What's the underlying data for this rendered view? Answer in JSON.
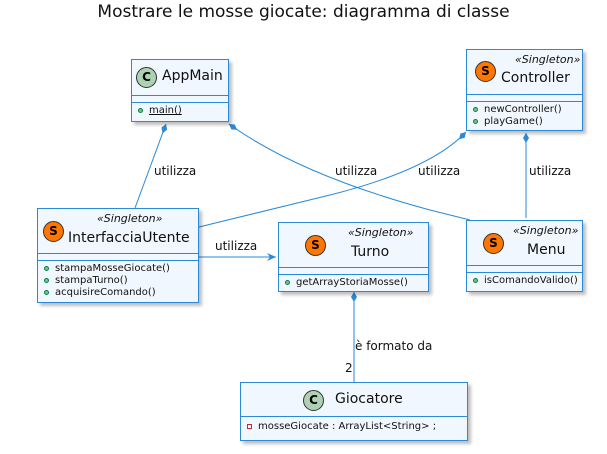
{
  "title": "Mostrare le mosse giocate: diagramma di classe",
  "classes": {
    "appmain": {
      "badge": "C",
      "name": "AppMain",
      "methods": [
        "main()"
      ]
    },
    "controller": {
      "badge": "S",
      "stereotype": "«Singleton»",
      "name": "Controller",
      "methods": [
        "newController()",
        "playGame()"
      ]
    },
    "interfaccia": {
      "badge": "S",
      "stereotype": "«Singleton»",
      "name": "InterfacciaUtente",
      "methods": [
        "stampaMosseGiocate()",
        "stampaTurno()",
        "acquisireComando()"
      ]
    },
    "turno": {
      "badge": "S",
      "stereotype": "«Singleton»",
      "name": "Turno",
      "methods": [
        "getArrayStoriaMosse()"
      ]
    },
    "menu": {
      "badge": "S",
      "stereotype": "«Singleton»",
      "name": "Menu",
      "methods": [
        "isComandoValido()"
      ]
    },
    "giocatore": {
      "badge": "C",
      "name": "Giocatore",
      "attributes": [
        "mosseGiocate : ArrayList<String> ;"
      ]
    }
  },
  "labels": {
    "appmain_interfaccia": "utilizza",
    "appmain_menu": "utilizza",
    "controller_interfaccia": "utilizza",
    "controller_menu": "utilizza",
    "interfaccia_turno": "utilizza",
    "turno_giocatore": "è formato da",
    "multiplicity": "2"
  },
  "colors": {
    "border": "#2a8ad8",
    "fill": "#f1f7fe",
    "class_badge": "#add1b2",
    "singleton_badge": "#ff7700"
  }
}
